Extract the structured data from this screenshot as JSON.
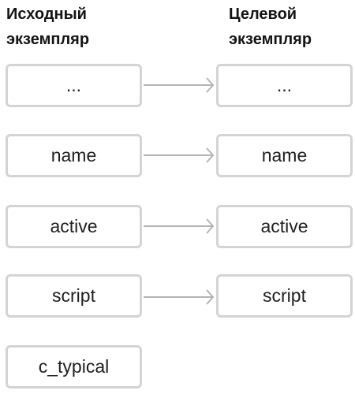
{
  "headings": {
    "source": [
      "Исходный",
      "экземпляр"
    ],
    "target": [
      "Целевой",
      "экземпляр"
    ]
  },
  "source_items": [
    "...",
    "name",
    "active",
    "script",
    "c_typical"
  ],
  "target_items": [
    "...",
    "name",
    "active",
    "script"
  ],
  "colors": {
    "box_border": "#d4d4d4",
    "arrow": "#b4b4b4",
    "text": "#1f1f1f"
  }
}
